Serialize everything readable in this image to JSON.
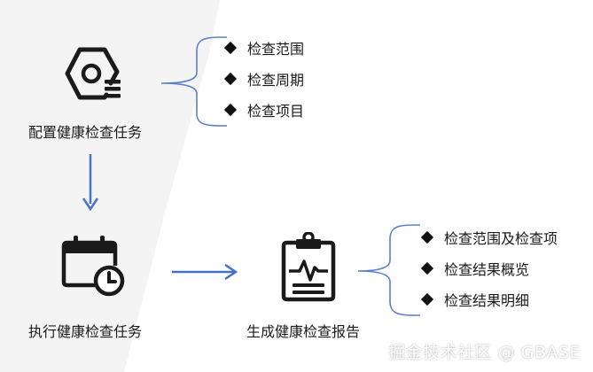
{
  "steps": [
    {
      "label": "配置健康检查任务",
      "icon": "hexagon-gear-list-icon"
    },
    {
      "label": "执行健康检查任务",
      "icon": "calendar-clock-icon"
    },
    {
      "label": "生成健康检查报告",
      "icon": "clipboard-heartbeat-icon"
    }
  ],
  "config_items": [
    "检查范围",
    "检查周期",
    "检查项目"
  ],
  "report_items": [
    "检查范围及检查项",
    "检查结果概览",
    "检查结果明细"
  ],
  "watermark": "掘金技术社区 @ GBASE",
  "colors": {
    "arrow": "#4472c4",
    "brace": "#5b7fc7",
    "icon": "#1a1a1a"
  }
}
